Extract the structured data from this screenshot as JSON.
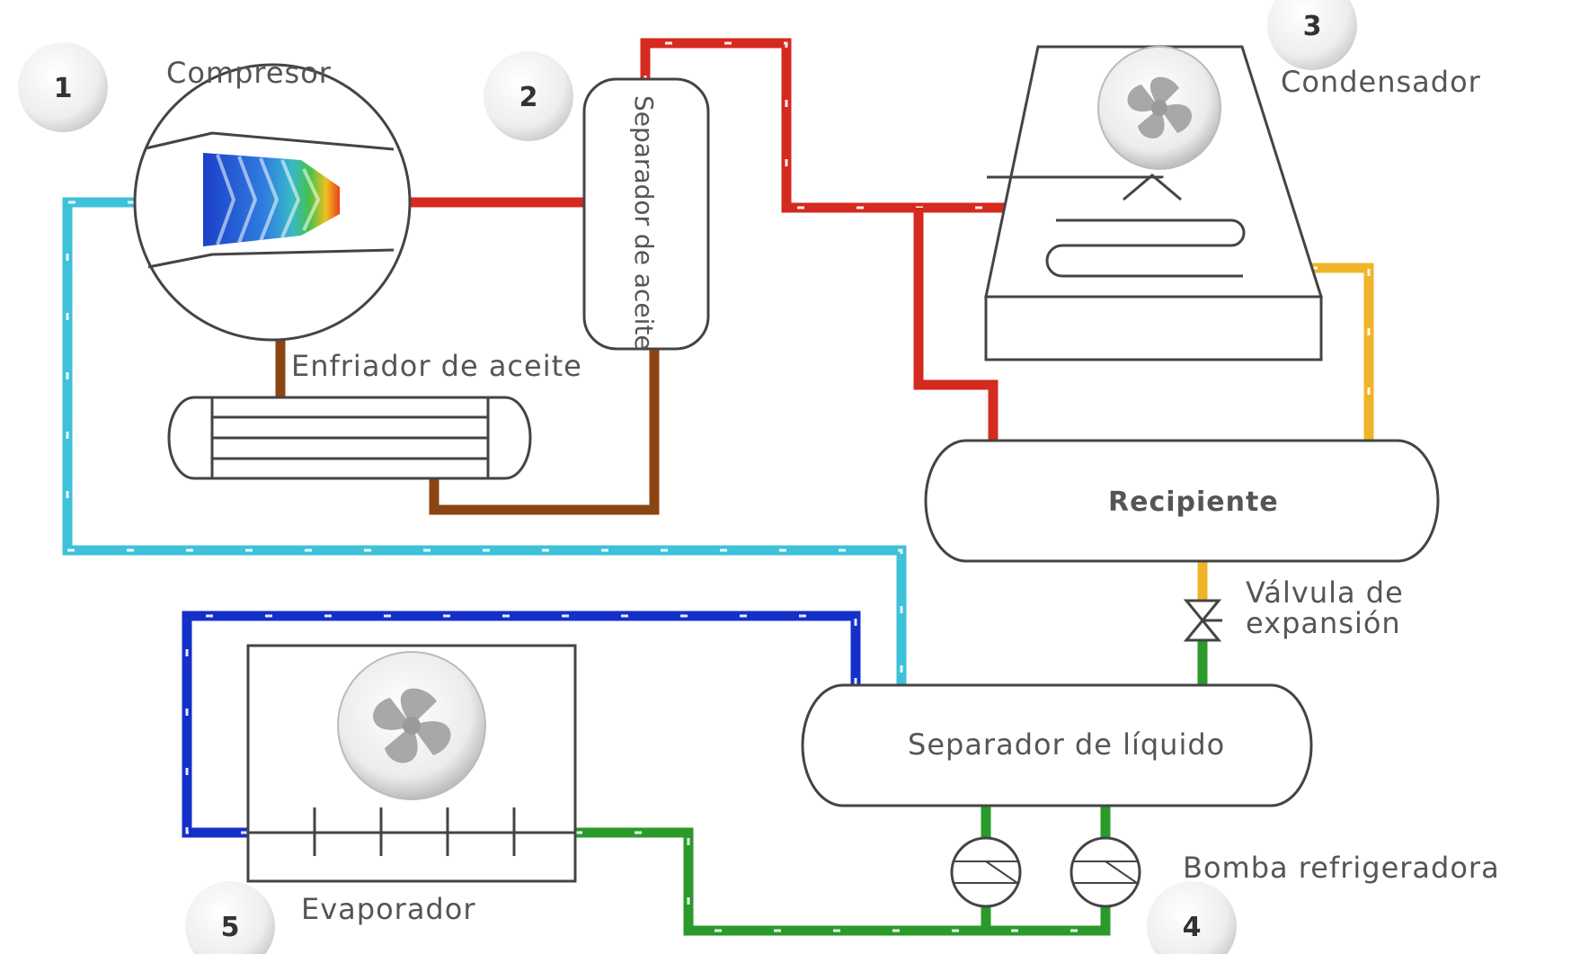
{
  "steps": [
    "1",
    "2",
    "3",
    "4",
    "5"
  ],
  "labels": {
    "compressor": "Compresor",
    "oil_separator": "Separador de aceite",
    "condenser": "Condensador",
    "oil_cooler": "Enfriador de aceite",
    "receiver": "Recipiente",
    "expansion_valve_line1": "Válvula de",
    "expansion_valve_line2": "expansión",
    "liquid_separator": "Separador de líquido",
    "pump": "Bomba refrigeradora",
    "evaporator": "Evaporador"
  },
  "colors": {
    "hot_gas": "#d42a1f",
    "oil": "#8b4513",
    "suction": "#3ec1d9",
    "liquid_high": "#f0b429",
    "liquid_low": "#2a9a2a",
    "wet_return": "#1530c8"
  },
  "icons": [
    "fan-icon",
    "compressor-screw-icon",
    "valve-icon",
    "pump-icon"
  ]
}
